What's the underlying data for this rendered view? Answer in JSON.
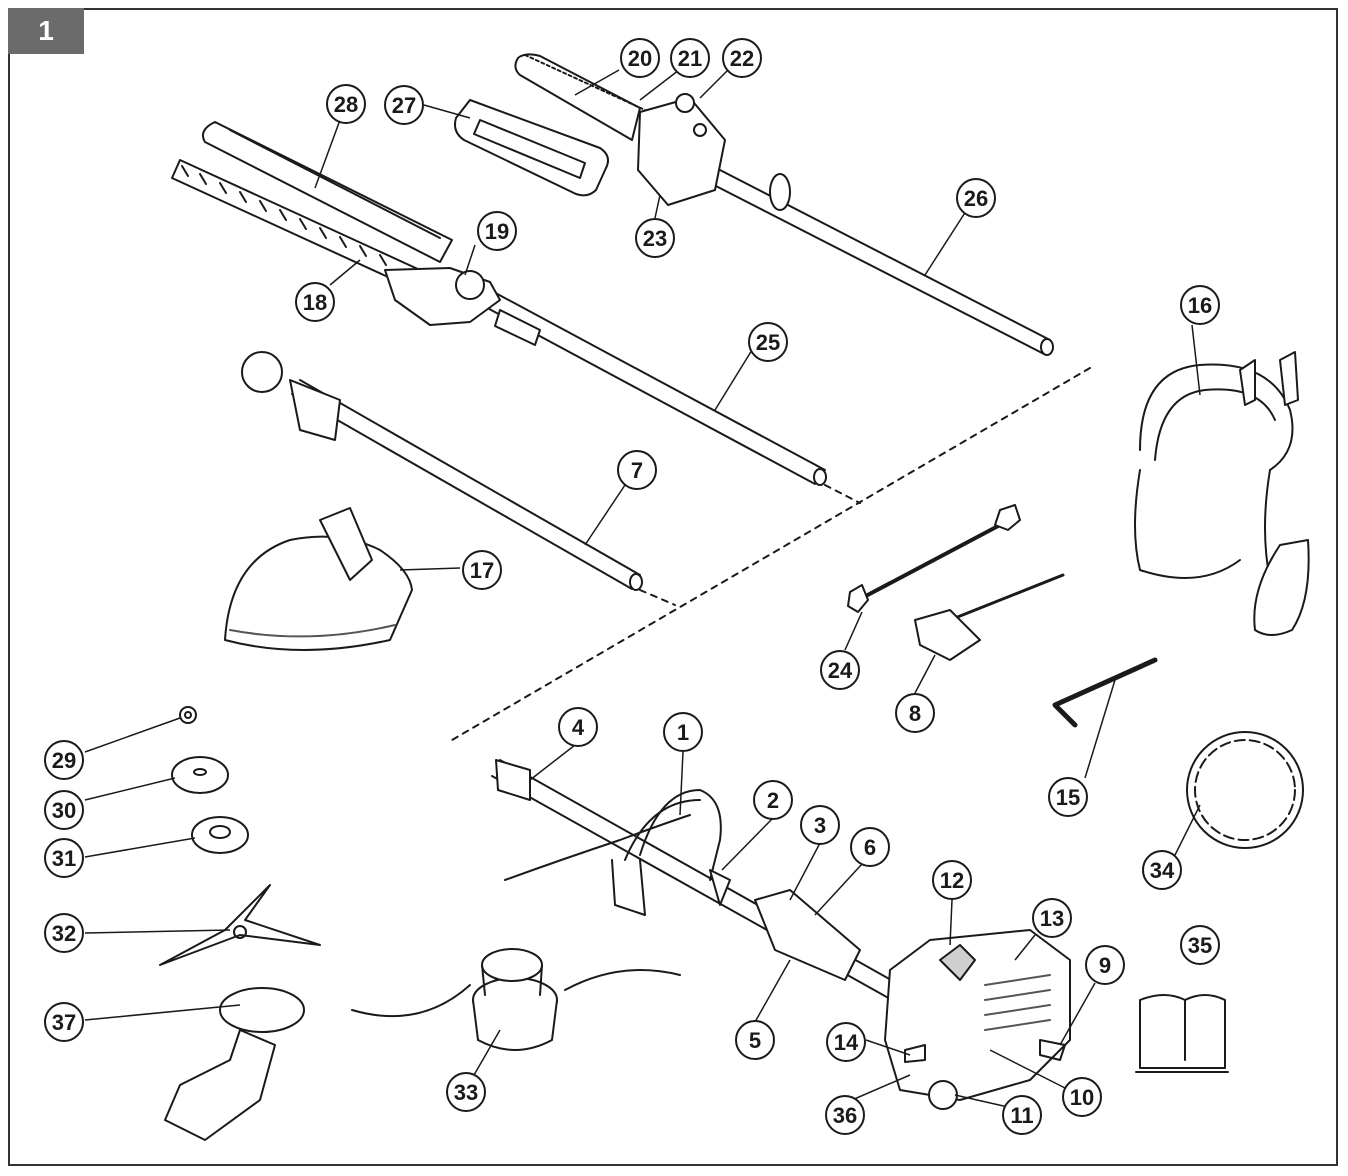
{
  "figure": {
    "number": "1"
  },
  "colors": {
    "ink": "#1a1a1a",
    "tab_bg": "#6b6b6b",
    "tab_text": "#ffffff",
    "paper": "#ffffff",
    "shade": "#cfcfcf",
    "dark_shade": "#555555"
  },
  "parts": [
    {
      "id": "1"
    },
    {
      "id": "2"
    },
    {
      "id": "3"
    },
    {
      "id": "4"
    },
    {
      "id": "5"
    },
    {
      "id": "6"
    },
    {
      "id": "7"
    },
    {
      "id": "8"
    },
    {
      "id": "9"
    },
    {
      "id": "10"
    },
    {
      "id": "11"
    },
    {
      "id": "12"
    },
    {
      "id": "13"
    },
    {
      "id": "14"
    },
    {
      "id": "15"
    },
    {
      "id": "16"
    },
    {
      "id": "17"
    },
    {
      "id": "18"
    },
    {
      "id": "19"
    },
    {
      "id": "20"
    },
    {
      "id": "21"
    },
    {
      "id": "22"
    },
    {
      "id": "23"
    },
    {
      "id": "24"
    },
    {
      "id": "25"
    },
    {
      "id": "26"
    },
    {
      "id": "27"
    },
    {
      "id": "28"
    },
    {
      "id": "29"
    },
    {
      "id": "30"
    },
    {
      "id": "31"
    },
    {
      "id": "32"
    },
    {
      "id": "33"
    },
    {
      "id": "34"
    },
    {
      "id": "35"
    },
    {
      "id": "36"
    },
    {
      "id": "37"
    }
  ]
}
